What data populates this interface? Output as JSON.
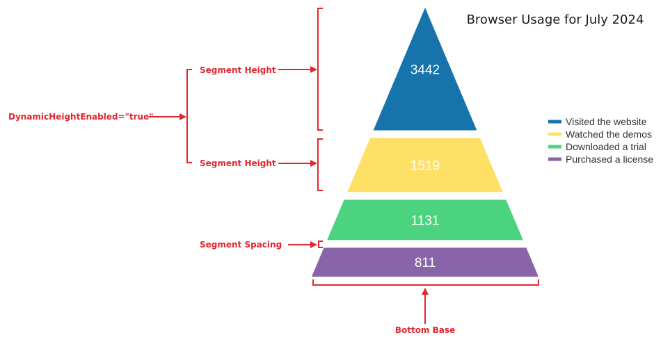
{
  "chart_data": {
    "type": "pyramid",
    "title": "Browser Usage for July 2024",
    "categories": [
      "Visited the website",
      "Watched the demos",
      "Downloaded a trial",
      "Purchased a license"
    ],
    "values": [
      3442,
      1519,
      1131,
      811
    ],
    "colors": [
      "#1673ab",
      "#ffe066",
      "#4cd37f",
      "#8a64a8"
    ],
    "legend_position": "right"
  },
  "annotations": {
    "dynamic_height": "DynamicHeightEnabled=\"true\"",
    "segment_height_1": "Segment Height",
    "segment_height_2": "Segment Height",
    "segment_spacing": "Segment Spacing",
    "bottom_base": "Bottom Base"
  }
}
